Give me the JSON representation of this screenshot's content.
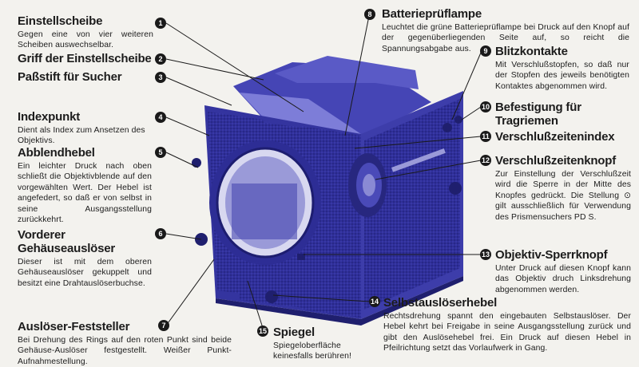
{
  "labels": [
    {
      "n": "1",
      "title": "Einstellscheibe",
      "desc": "Gegen eine von vier weiteren Scheiben auswechselbar."
    },
    {
      "n": "2",
      "title": "Griff der Einstellscheibe",
      "desc": ""
    },
    {
      "n": "3",
      "title": "Paßstift für Sucher",
      "desc": ""
    },
    {
      "n": "4",
      "title": "Indexpunkt",
      "desc": "Dient als Index zum Ansetzen des Objektivs."
    },
    {
      "n": "5",
      "title": "Abblendhebel",
      "desc": "Ein leichter Druck nach oben schließt die Objektivblende auf den vorgewählten Wert. Der Hebel ist angefedert, so daß er von selbst in seine Ausgangsstellung zurückkehrt."
    },
    {
      "n": "6",
      "title": "Vorderer Gehäuseauslöser",
      "desc": "Dieser ist mit dem oberen Gehäuseauslöser gekuppelt und besitzt eine Drahtauslöserbuchse."
    },
    {
      "n": "7",
      "title": "Auslöser-Feststeller",
      "desc": "Bei Drehung des Rings auf den roten Punkt sind beide Gehäuse-Auslöser festgestellt. Weißer Punkt-Aufnahmestellung."
    },
    {
      "n": "8",
      "title": "Batterieprüflampe",
      "desc": "Leuchtet die grüne Batterieprüflampe bei Druck auf den Knopf auf der gegenüberliegenden Seite auf, so reicht die Spannungsabgabe aus."
    },
    {
      "n": "9",
      "title": "Blitzkontakte",
      "desc": "Mit Verschlußstopfen, so daß nur der Stopfen des jeweils benötigten Kontaktes abgenommen wird."
    },
    {
      "n": "10",
      "title": "Befestigung für Tragriemen",
      "desc": ""
    },
    {
      "n": "11",
      "title": "Verschlußzeitenindex",
      "desc": ""
    },
    {
      "n": "12",
      "title": "Verschlußzeitenknopf",
      "desc": "Zur Einstellung der Verschlußzeit wird die Sperre in der Mitte des Knopfes gedrückt. Die Stellung ⊙ gilt ausschließlich für Verwendung des Prismensuchers PD S."
    },
    {
      "n": "13",
      "title": "Objektiv-Sperrknopf",
      "desc": "Unter Druck auf diesen Knopf kann das Objektiv druch Linksdrehung abgenommen werden."
    },
    {
      "n": "14",
      "title": "Selbstauslöserhebel",
      "desc": "Rechtsdrehung spannt den eingebauten Selbstauslöser. Der Hebel kehrt bei Freigabe in seine Ausgangsstellung zurück und gibt den Auslösehebel frei. Ein Druck auf diesen Hebel in Pfeilrichtung setzt das Vorlaufwerk in Gang."
    },
    {
      "n": "15",
      "title": "Spiegel",
      "desc": "Spiegeloberfläche keinesfalls berühren!"
    }
  ],
  "colors": {
    "camera": "#3a3aa8",
    "camera_dark": "#26267e",
    "camera_light": "#6a6ad0",
    "paper": "#f3f2ee",
    "ink": "#1c1c1c"
  }
}
